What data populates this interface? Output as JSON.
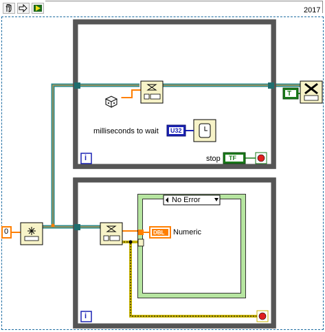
{
  "toolbar": {
    "version": "2017",
    "icons": [
      "hand-icon",
      "arrow-right-icon",
      "run-highlight-icon"
    ]
  },
  "constants": {
    "zero": "0",
    "true_label": "T"
  },
  "top_loop": {
    "wait_label": "milliseconds to wait",
    "wait_type": "U32",
    "stop_label": "stop",
    "stop_value": "TF",
    "iteration": "i"
  },
  "bottom_loop": {
    "case_selector": "No Error",
    "numeric_label": "Numeric",
    "numeric_type": "DBL",
    "iteration": "i"
  },
  "colors": {
    "loop_border": "#555555",
    "loop_bg": "#ffffff",
    "case_border": "#b6e5a0",
    "queue_wire": "#2e8b8b",
    "error_wire": "#c8b400",
    "numeric_orange": "#ff7f00",
    "boolean_green": "#1a7a1a",
    "u32_blue": "#1a22b4",
    "subvi_bg": "#f7f3c8"
  }
}
